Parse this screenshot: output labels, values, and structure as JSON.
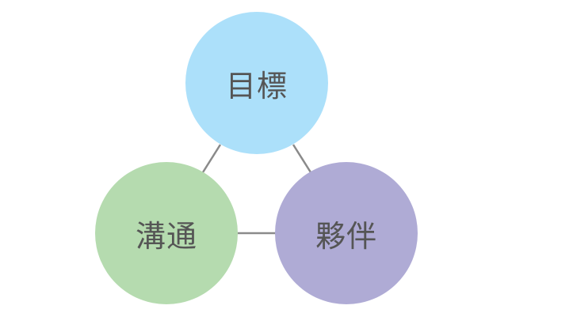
{
  "diagram": {
    "nodes": [
      {
        "label": "目標",
        "color": "#ace0fa"
      },
      {
        "label": "溝通",
        "color": "#b5dbaf"
      },
      {
        "label": "夥伴",
        "color": "#afabd5"
      }
    ],
    "connector_color": "#8a8a8a"
  }
}
